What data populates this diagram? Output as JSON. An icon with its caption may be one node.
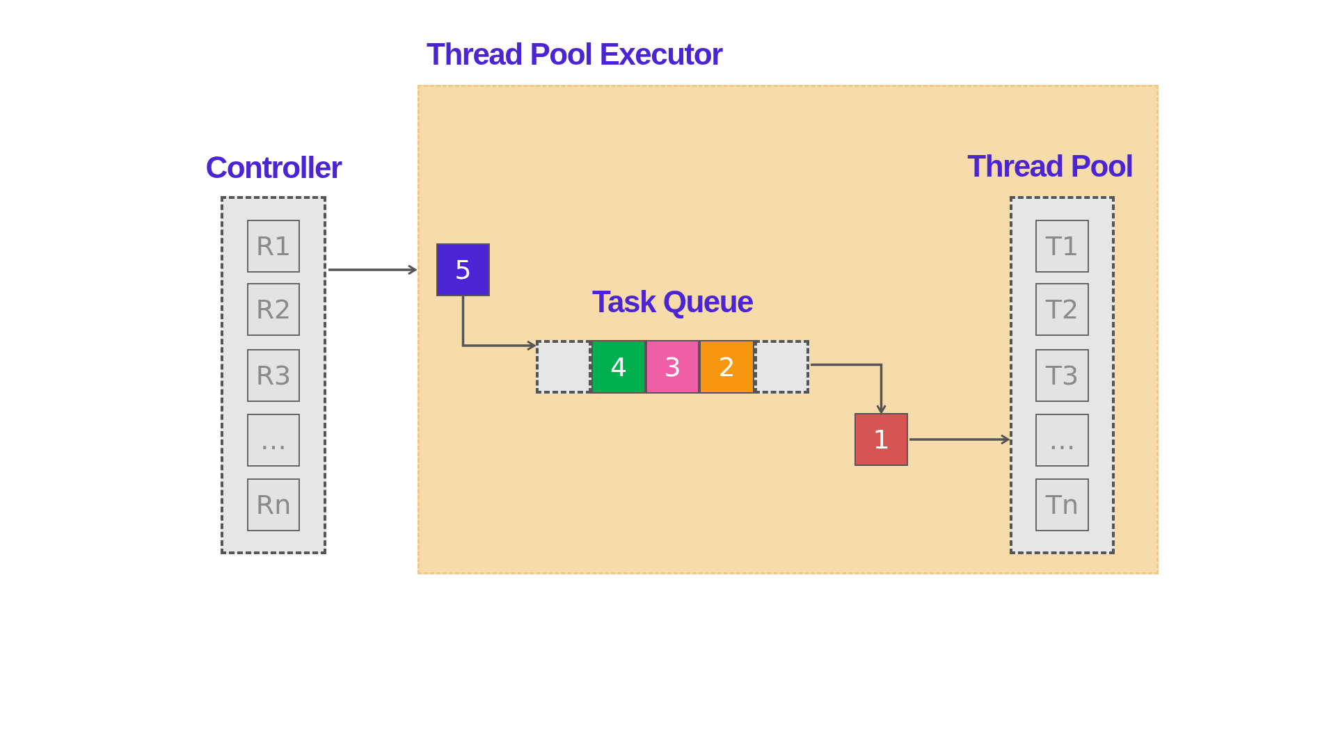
{
  "diagram": {
    "nodes": [
      {
        "text": [
          "Thread Pool Executor"
        ]
      },
      {
        "text": [
          "Controller"
        ]
      },
      {
        "text": [
          "R1"
        ],
        "in": 1
      },
      {
        "text": [
          "R2"
        ],
        "in": 1
      },
      {
        "text": [
          "R3"
        ],
        "in": 1
      },
      {
        "text": [
          "…"
        ],
        "in": 1
      },
      {
        "text": [
          "Rn"
        ],
        "in": 1
      },
      {
        "text": [
          "Thread Pool"
        ],
        "in": 0
      },
      {
        "text": [
          "T1"
        ],
        "in": 7
      },
      {
        "text": [
          "T2"
        ],
        "in": 7
      },
      {
        "text": [
          "T3"
        ],
        "in": 7
      },
      {
        "text": [
          "…"
        ],
        "in": 7
      },
      {
        "text": [
          "Tn"
        ],
        "in": 7
      },
      {
        "text": [
          "5"
        ],
        "in": 0
      },
      {
        "text": [
          "Task Queue"
        ],
        "in": 0
      },
      {
        "text": [],
        "shape": "box",
        "in": 14
      },
      {
        "text": [
          "4"
        ],
        "in": 14
      },
      {
        "text": [
          "3"
        ],
        "in": 14
      },
      {
        "text": [
          "2"
        ],
        "in": 14
      },
      {
        "text": [],
        "shape": "box",
        "in": 14
      },
      {
        "text": [
          "1"
        ],
        "in": 0
      }
    ],
    "edges": [
      {
        "from": 1,
        "to": 0,
        "arrow": "to"
      },
      {
        "from": 13,
        "to": 15,
        "arrow": "to"
      },
      {
        "from": 19,
        "to": 20,
        "arrow": "to"
      },
      {
        "from": 20,
        "to": 7,
        "arrow": "to"
      }
    ]
  }
}
